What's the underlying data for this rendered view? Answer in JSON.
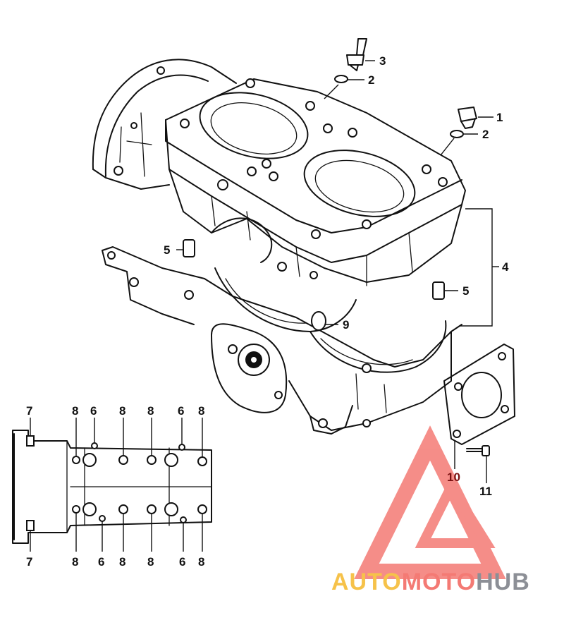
{
  "callouts": {
    "c1": "1",
    "c2a": "2",
    "c2b": "2",
    "c3": "3",
    "c4": "4",
    "c5a": "5",
    "c5b": "5",
    "c9": "9",
    "c10": "10",
    "c11": "11"
  },
  "bottom_view": {
    "top_labels": [
      "7",
      "8",
      "6",
      "8",
      "8",
      "6",
      "8"
    ],
    "bottom_labels": [
      "7",
      "8",
      "6",
      "8",
      "8",
      "6",
      "8"
    ]
  },
  "watermark": {
    "part_a": "AUTO",
    "part_b": "MOTO",
    "part_c": "HUB",
    "colors": {
      "auto": "#f6c24a",
      "moto": "#f47a74",
      "hub": "#8c8f96",
      "logo": "#f47a74"
    }
  }
}
